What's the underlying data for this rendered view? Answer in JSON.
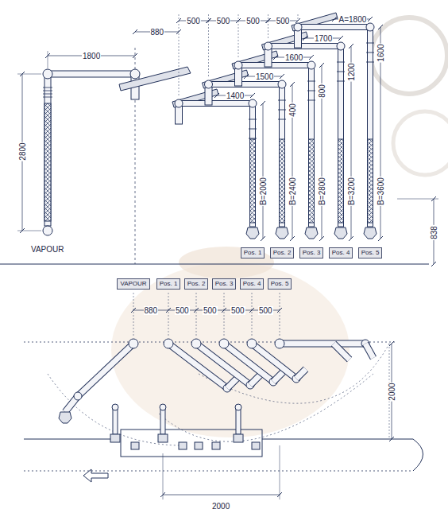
{
  "diagram": {
    "nodes": [
      {
        "text": [
          "Pos. 1"
        ]
      },
      {
        "text": [
          "Pos. 2"
        ]
      },
      {
        "text": [
          "Pos. 3"
        ]
      },
      {
        "text": [
          "Pos. 4"
        ]
      },
      {
        "text": [
          "Pos. 5"
        ]
      },
      {
        "text": [
          "VAPOUR"
        ]
      },
      {
        "text": [
          "Pos. 1"
        ]
      },
      {
        "text": [
          "Pos. 2"
        ]
      },
      {
        "text": [
          "Pos. 3"
        ]
      },
      {
        "text": [
          "Pos. 4"
        ]
      },
      {
        "text": [
          "Pos. 5"
        ]
      }
    ],
    "labels": [
      "1800",
      "880",
      "500",
      "500",
      "500",
      "500",
      "A=1800",
      "1700",
      "1600",
      "1500",
      "1400",
      "2800",
      "VAPOUR",
      "400",
      "800",
      "1200",
      "1600",
      "B=2000",
      "B=2400",
      "B=2800",
      "B=3200",
      "B=3600",
      "838",
      "880",
      "500",
      "500",
      "500",
      "500",
      "2000",
      "2000"
    ]
  }
}
